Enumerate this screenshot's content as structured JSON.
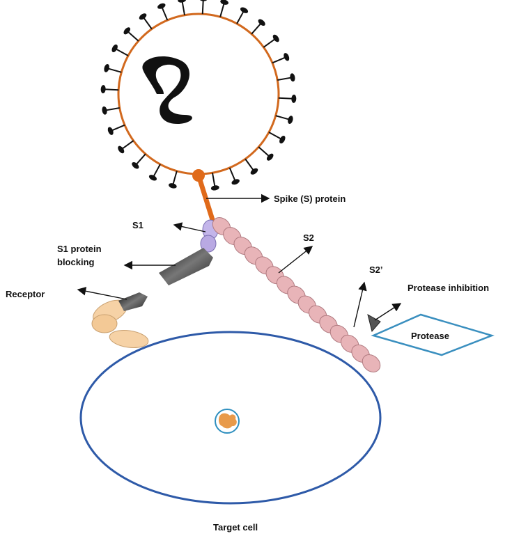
{
  "labels": {
    "spike_protein": "Spike (S) protein",
    "s1": "S1",
    "s2": "S2",
    "s2_prime": "S2’",
    "s1_blocking_line1": "S1 protein",
    "s1_blocking_line2": "blocking",
    "receptor": "Receptor",
    "protease_inhibition": "Protease inhibition",
    "protease": "Protease",
    "target_cell": "Target cell"
  },
  "colors": {
    "virus_membrane": "#d2691e",
    "spike_stalk": "#e06a1a",
    "spike_heads": "#111111",
    "s1_segment": "#b9a9e3",
    "s2_segments": "#e8b4b8",
    "receptor": "#f6d2a6",
    "inhibitor": "#333333",
    "cell_membrane": "#2e5aa8",
    "nucleus_ring": "#2e8fbf",
    "nucleus_fill": "#e89a4a",
    "protease_box": "#3a8fbf"
  }
}
